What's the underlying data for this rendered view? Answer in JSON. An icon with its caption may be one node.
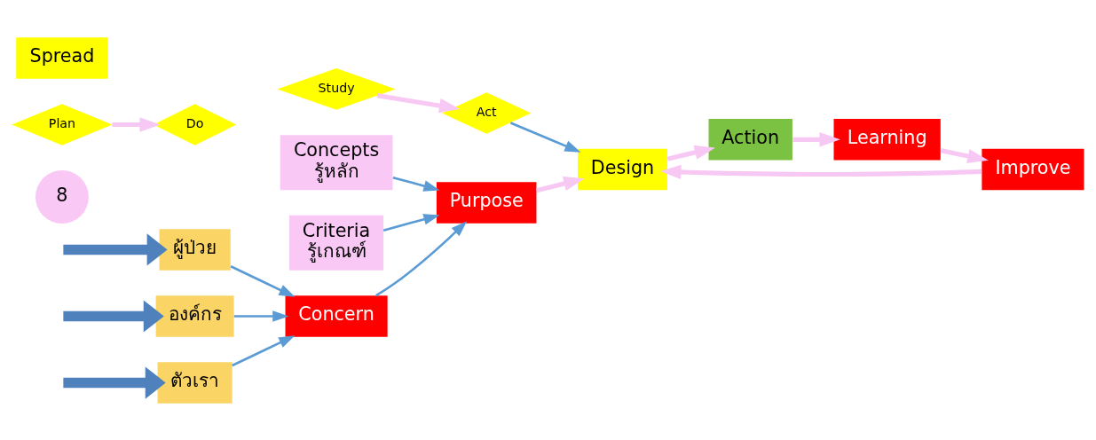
{
  "diagram": {
    "nodes": [
      {
        "text": [
          "ตัวเรา"
        ]
      },
      {
        "text": [
          "ผู้ป่วย"
        ]
      },
      {
        "text": [
          "องค์กร"
        ]
      },
      {
        "text": [
          "Concepts",
          "รู้หลัก"
        ]
      },
      {
        "text": [
          "Concern"
        ]
      },
      {
        "text": [
          "Criteria",
          "รู้เกณฑ์"
        ]
      },
      {
        "text": [
          "Purpose"
        ]
      },
      {
        "text": [
          "Design"
        ]
      },
      {
        "text": [
          "Action"
        ]
      },
      {
        "text": [
          "Learning"
        ]
      },
      {
        "text": [
          "Improve"
        ]
      },
      {
        "text": [
          "8"
        ]
      },
      {
        "text": [
          "Plan"
        ]
      },
      {
        "text": [
          "Do"
        ]
      },
      {
        "text": [
          "Study"
        ]
      },
      {
        "text": [
          "Act"
        ]
      },
      {
        "text": [
          "Spread"
        ]
      }
    ],
    "edges": [
      {
        "from": null,
        "to": 0,
        "arrow": "to",
        "style": "thick"
      },
      {
        "from": null,
        "to": 1,
        "arrow": "to",
        "style": "thick"
      },
      {
        "from": null,
        "to": 2,
        "arrow": "to",
        "style": "thick"
      },
      {
        "from": 0,
        "to": 4,
        "arrow": "to"
      },
      {
        "from": 1,
        "to": 4,
        "arrow": "to"
      },
      {
        "from": 2,
        "to": 4,
        "arrow": "to"
      },
      {
        "from": 3,
        "to": 6,
        "arrow": "to"
      },
      {
        "from": 4,
        "to": 6,
        "arrow": "to"
      },
      {
        "from": 5,
        "to": 6,
        "arrow": "to"
      },
      {
        "from": 6,
        "to": 7,
        "arrow": "to",
        "color": "#f8c8f4"
      },
      {
        "from": 7,
        "to": 8,
        "arrow": "to",
        "color": "#f8c8f4"
      },
      {
        "from": 8,
        "to": 9,
        "arrow": "to",
        "color": "#f8c8f4"
      },
      {
        "from": 9,
        "to": 10,
        "arrow": "to",
        "color": "#f8c8f4"
      },
      {
        "from": 10,
        "to": 7,
        "arrow": "to",
        "color": "#f8c8f4"
      },
      {
        "from": 12,
        "to": 13,
        "arrow": "to",
        "color": "#f8c8f4"
      },
      {
        "from": 14,
        "to": 15,
        "arrow": "to",
        "color": "#f8c8f4"
      },
      {
        "from": 15,
        "to": 7,
        "arrow": "to"
      }
    ]
  }
}
